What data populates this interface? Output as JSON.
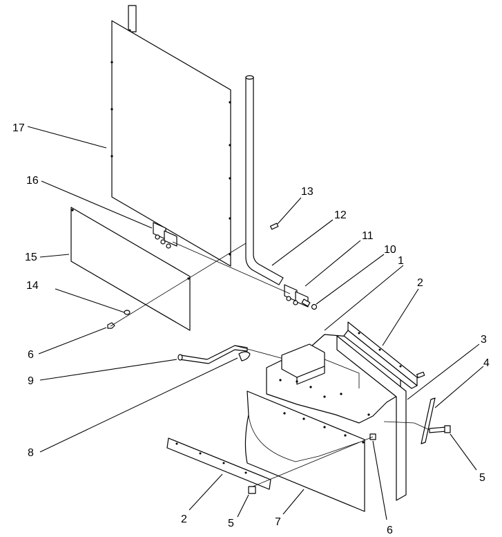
{
  "callouts": {
    "c17": "17",
    "c16": "16",
    "c15": "15",
    "c14": "14",
    "c6_left": "6",
    "c13": "13",
    "c12": "12",
    "c11": "11",
    "c10": "10",
    "c1": "1",
    "c2_top": "2",
    "c3": "3",
    "c4": "4",
    "c5_right": "5",
    "c9": "9",
    "c8": "8",
    "c2_bottom": "2",
    "c5_bottom": "5",
    "c7": "7",
    "c6_bottom": "6"
  }
}
